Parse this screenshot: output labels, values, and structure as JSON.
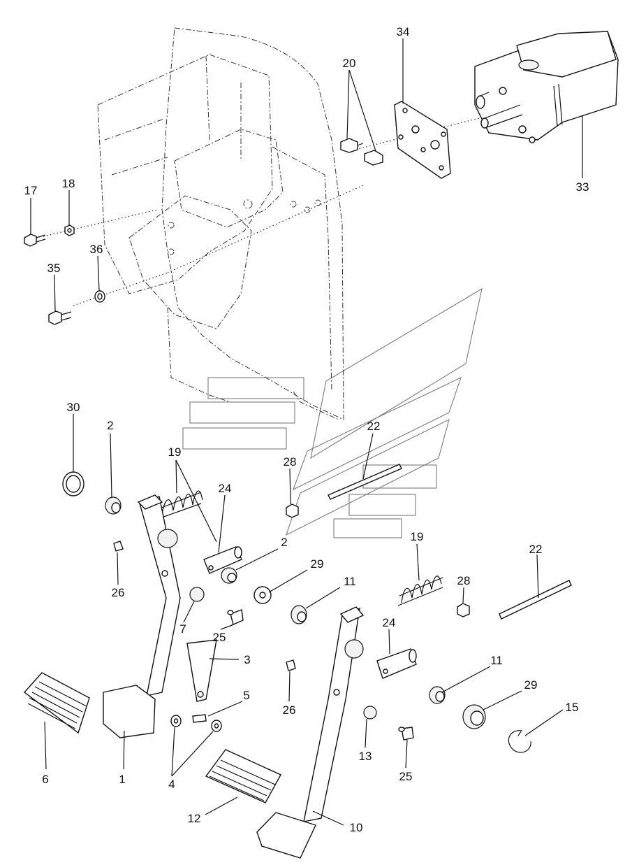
{
  "diagram": {
    "labels": [
      "1",
      "2",
      "2",
      "3",
      "4",
      "5",
      "6",
      "7",
      "10",
      "11",
      "11",
      "12",
      "13",
      "15",
      "17",
      "18",
      "19",
      "19",
      "20",
      "22",
      "22",
      "24",
      "24",
      "25",
      "25",
      "26",
      "26",
      "28",
      "28",
      "29",
      "29",
      "30",
      "33",
      "34",
      "35",
      "36"
    ]
  }
}
